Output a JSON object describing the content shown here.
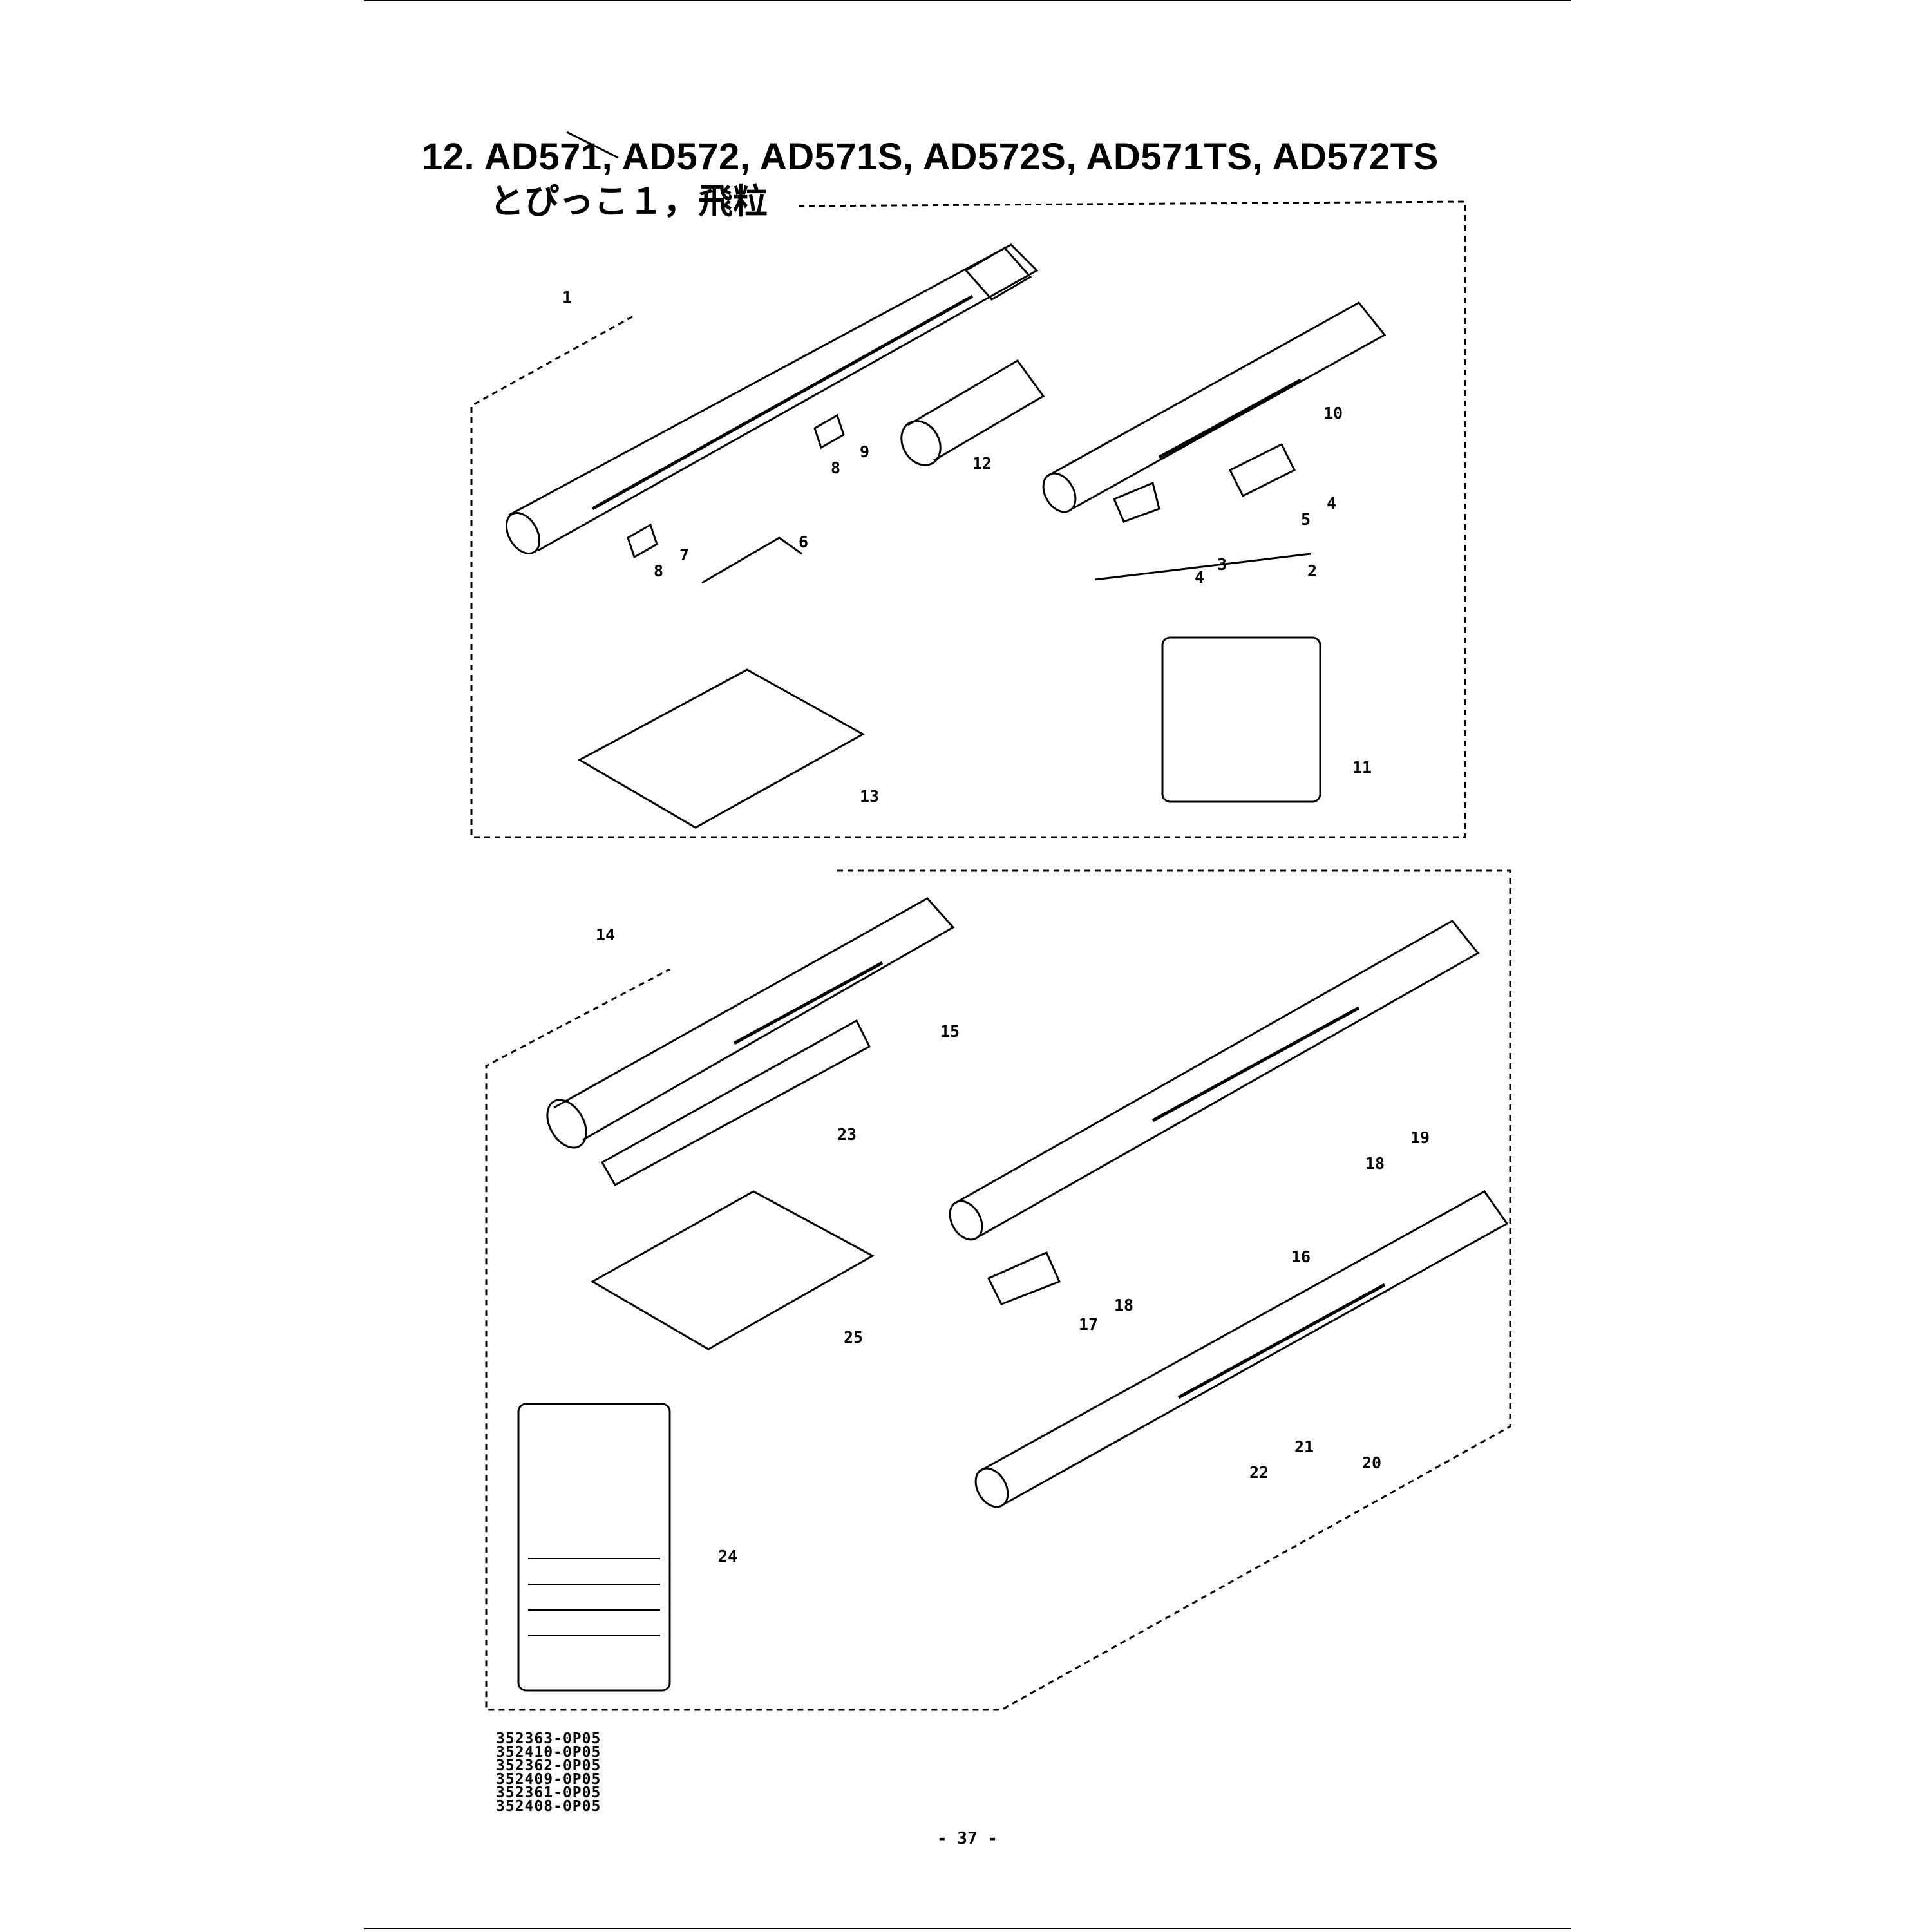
{
  "header": {
    "title": "12. AD571, AD572, AD571S, AD572S, AD571TS, AD572TS",
    "subtitle": "とぴっこ１，飛粒"
  },
  "part_numbers": [
    "1",
    "2",
    "3",
    "4",
    "4",
    "5",
    "6",
    "7",
    "8",
    "8",
    "9",
    "10",
    "11",
    "12",
    "13",
    "14",
    "15",
    "16",
    "17",
    "18",
    "18",
    "19",
    "20",
    "21",
    "22",
    "23",
    "24",
    "25"
  ],
  "footer": {
    "codes": [
      "352363-0P05",
      "352410-0P05",
      "352362-0P05",
      "352409-0P05",
      "352361-0P05",
      "352408-0P05"
    ],
    "page": "- 37 -"
  }
}
